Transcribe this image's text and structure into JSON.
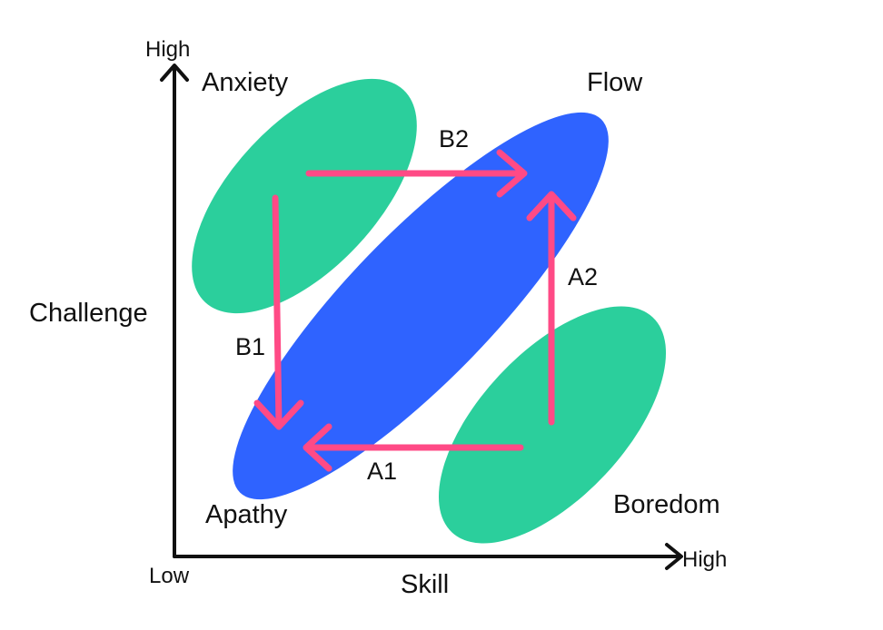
{
  "axes": {
    "y_title": "Challenge",
    "x_title": "Skill",
    "y_high": "High",
    "x_high": "High",
    "origin_low": "Low"
  },
  "regions": {
    "anxiety": "Anxiety",
    "flow": "Flow",
    "apathy": "Apathy",
    "boredom": "Boredom"
  },
  "paths": {
    "a1": "A1",
    "a2": "A2",
    "b1": "B1",
    "b2": "B2"
  },
  "colors": {
    "region_green": "#2bcf9c",
    "flow_blue": "#2f63ff",
    "arrow_pink": "#ff4a86",
    "axis_black": "#111111"
  }
}
